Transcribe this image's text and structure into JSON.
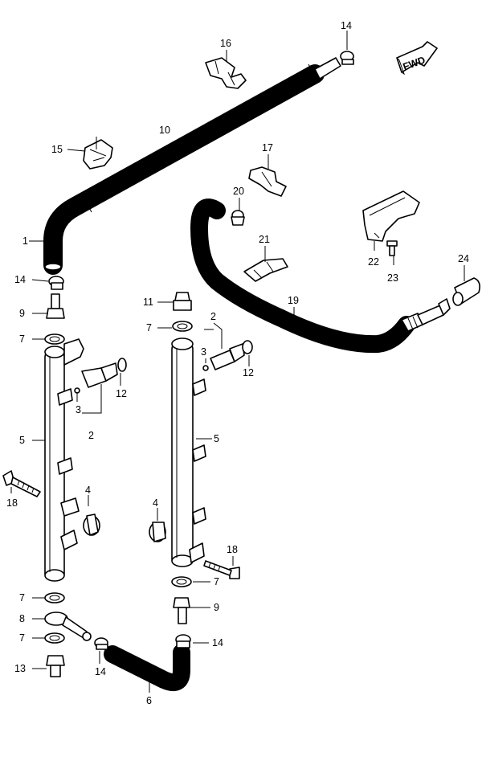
{
  "fwd_badge": "FWD",
  "callouts": {
    "c1": "1",
    "c2a": "2",
    "c2b": "2",
    "c3a": "3",
    "c3b": "3",
    "c4a": "4",
    "c4b": "4",
    "c5a": "5",
    "c5b": "5",
    "c6": "6",
    "c7a": "7",
    "c7b": "7",
    "c7c": "7",
    "c7d": "7",
    "c7e": "7",
    "c8": "8",
    "c9a": "9",
    "c9b": "9",
    "c10": "10",
    "c11": "11",
    "c12a": "12",
    "c12b": "12",
    "c13": "13",
    "c14a": "14",
    "c14b": "14",
    "c14c": "14",
    "c14d": "14",
    "c15": "15",
    "c16": "16",
    "c17": "17",
    "c18a": "18",
    "c18b": "18",
    "c19": "19",
    "c20": "20",
    "c21": "21",
    "c22": "22",
    "c23": "23",
    "c24": "24"
  }
}
